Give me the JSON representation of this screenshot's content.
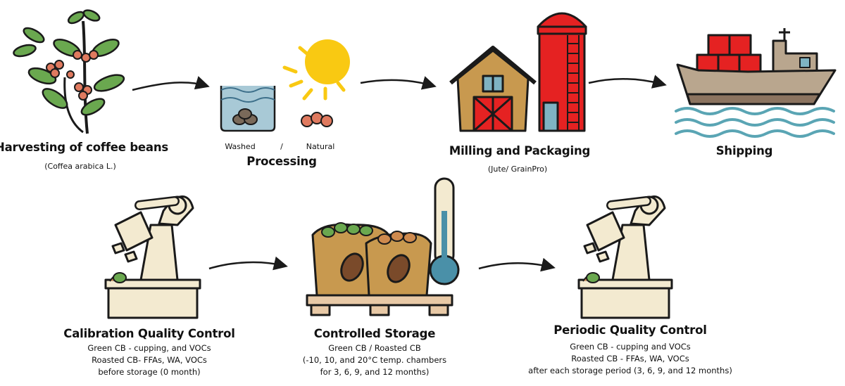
{
  "steps": {
    "harvesting": {
      "title": "Harvesting of coffee beans",
      "subtitle": "(Coffea arabica L.)"
    },
    "processing": {
      "title": "Processing",
      "washed": "Washed",
      "slash": "/",
      "natural": "Natural"
    },
    "milling": {
      "title": "Milling and Packaging",
      "subtitle": "(Jute/ GrainPro)"
    },
    "shipping": {
      "title": "Shipping"
    },
    "calibration": {
      "title": "Calibration Quality Control",
      "lines": [
        "Green CB - cupping, and VOCs",
        "Roasted CB- FFAs, WA, VOCs",
        "before storage (0 month)"
      ]
    },
    "storage": {
      "title": "Controlled Storage",
      "lines": [
        "Green CB  / Roasted CB",
        "(-10, 10, and 20°C temp. chambers",
        "for 3, 6, 9, and 12 months)"
      ]
    },
    "periodic": {
      "title": "Periodic Quality Control",
      "lines": [
        "Green CB - cupping and VOCs",
        "Roasted CB - FFAs, WA, VOCs",
        "after each storage period (3, 6, 9, and 12 months)"
      ]
    }
  },
  "colors": {
    "outline": "#1a1a1a",
    "leaf": "#6aa84f",
    "cherry": "#e07a5f",
    "sun": "#f9c912",
    "wood": "#c8994f",
    "red": "#e52222",
    "ship": "#b9a68e",
    "wave": "#5aa5b4",
    "robot": "#f3ead0"
  }
}
